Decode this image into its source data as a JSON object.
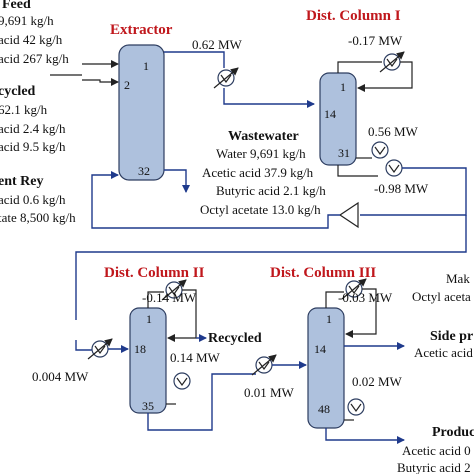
{
  "units": {
    "extractor": {
      "title": "Extractor",
      "trays": [
        "1",
        "2",
        "32"
      ]
    },
    "column1": {
      "title": "Dist. Column I",
      "trays": [
        "1",
        "14",
        "31"
      ]
    },
    "column2": {
      "title": "Dist. Column II",
      "trays": [
        "1",
        "18",
        "35"
      ]
    },
    "column3": {
      "title": "Dist. Column III",
      "trays": [
        "1",
        "14",
        "48"
      ]
    }
  },
  "duties": {
    "feed_heater": "0.62 MW",
    "col1_condenser": "-0.17 MW",
    "col1_reboiler": "0.56 MW",
    "recycle_cooler": "-0.98 MW",
    "col2_feed_heater": "0.004 MW",
    "col2_condenser": "-0.14 MW",
    "col2_reboiler": "0.14 MW",
    "col3_feed_heater": "0.01 MW",
    "col3_condenser": "-0.03 MW",
    "col3_reboiler": "0.02 MW"
  },
  "streams": {
    "feed": {
      "title": "Feed",
      "lines": [
        "9,691 kg/h",
        "acid 42 kg/h",
        "acid 267 kg/h"
      ]
    },
    "recycled_in": {
      "title": "cycled",
      "lines": [
        "62.1 kg/h",
        "acid 2.4 kg/h",
        "acid 9.5 kg/h"
      ]
    },
    "solvent": {
      "lines": [
        "ent Rey",
        "acid 0.6 kg/h",
        "tate 8,500 kg/h"
      ]
    },
    "wastewater": {
      "title": "Wastewater",
      "lines": [
        "Water 9,691 kg/h",
        "Acetic acid 37.9 kg/h",
        "Butyric acid 2.1 kg/h",
        "Octyl acetate 13.0 kg/h"
      ]
    },
    "recycled_out": {
      "title": "Recycled"
    },
    "makeup": {
      "lines": [
        "Mak",
        "Octyl aceta"
      ]
    },
    "side_product": {
      "title": "Side pr",
      "lines": [
        "Acetic acid"
      ]
    },
    "product": {
      "title": "Produc",
      "lines": [
        "Acetic acid 0",
        "Butyric acid 2"
      ]
    }
  }
}
